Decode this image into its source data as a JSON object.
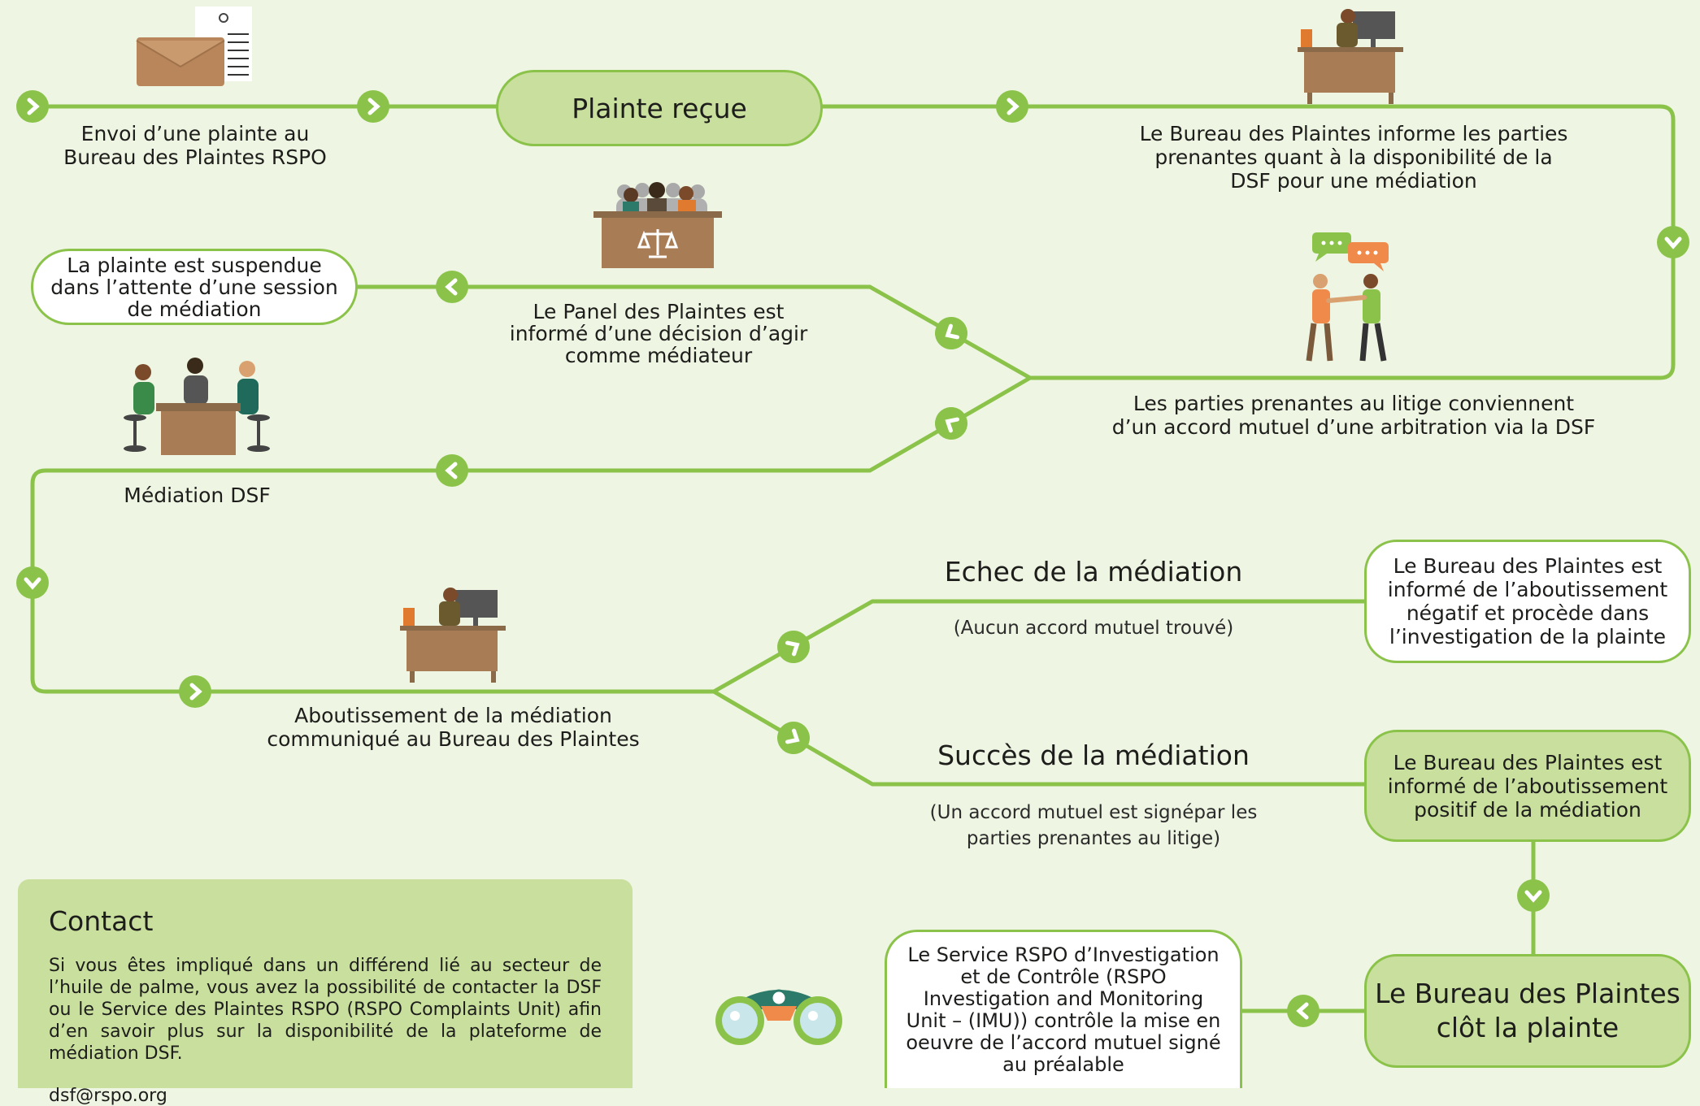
{
  "nodes": {
    "complaint_sent": "Envoi d’une plainte au\nBureau des Plaintes RSPO",
    "complaint_received": "Plainte reçue",
    "bureau_informs": "Le Bureau des Plaintes informe les parties\nprenantes quant à la disponibilité de la\nDSF pour une médiation",
    "parties_agree": "Les parties prenantes au litige conviennent\nd’un accord mutuel d’une arbitration via la DSF",
    "panel_informed": "Le Panel des Plaintes est\ninformé d’une décision d’agir\ncomme médiateur",
    "complaint_suspended": "La plainte est suspendue\ndans l’attente d’une session\nde médiation",
    "dsf_mediation": "Médiation DSF",
    "outcome_communicated": "Aboutissement de la médiation\ncommuniqué au Bureau des Plaintes",
    "failure_title": "Echec de la médiation",
    "failure_note": "(Aucun accord mutuel trouvé)",
    "failure_result": "Le Bureau des Plaintes est\ninformé de l’aboutissement\nnégatif et procède dans\nl’investigation de la plainte",
    "success_title": "Succès de la médiation",
    "success_note": "(Un accord mutuel est signépar les\nparties prenantes au litige)",
    "success_result": "Le Bureau des Plaintes est\ninformé de l’aboutissement\npositif de la médiation",
    "bureau_closes": "Le Bureau des Plaintes\nclôt la plainte",
    "imu_monitors": "Le Service RSPO d’Investigation\net de Contrôle (RSPO\nInvestigation and Monitoring\nUnit – (IMU)) contrôle la mise en\noeuvre de l’accord mutuel signé\nau préalable"
  },
  "contact": {
    "title": "Contact",
    "body": "Si vous êtes impliqué dans un différend lié au secteur de l’huile de palme, vous avez la possibilité de contacter la DSF ou le Service des Plaintes RSPO (RSPO Complaints Unit) afin d’en savoir plus sur la disponibilité de la plateforme de médiation DSF.",
    "email": "dsf@rspo.org"
  },
  "colors": {
    "background": "#eef5e2",
    "line": "#8bc34a",
    "node_fill": "#c9df9e",
    "marker": "#8bc34a",
    "desk": "#a87c55"
  },
  "icons": [
    "envelope-document-icon",
    "office-worker-icon",
    "panel-judges-icon",
    "handshake-icon",
    "meeting-table-icon",
    "office-worker-icon",
    "binoculars-icon"
  ]
}
